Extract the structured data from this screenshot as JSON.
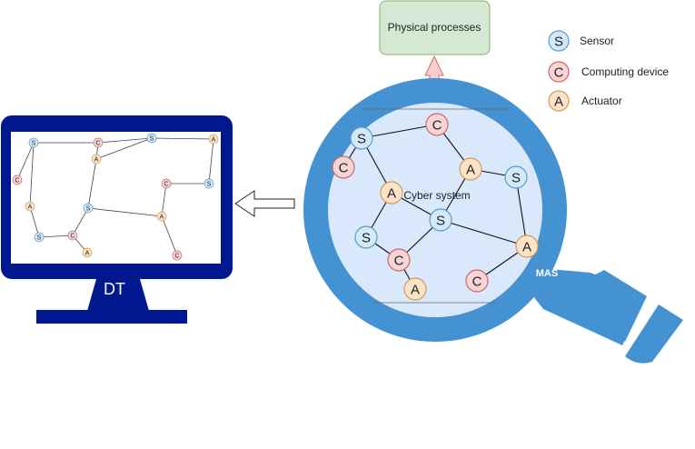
{
  "colors": {
    "sensor_fill": "#d4e9f7",
    "sensor_stroke": "#5b9bc9",
    "computing_fill": "#f9d4d4",
    "computing_stroke": "#c96a6a",
    "actuator_fill": "#fbe3c7",
    "actuator_stroke": "#d49a5a",
    "monitor": "#00188f",
    "magnifier": "#4592d3",
    "lens": "#dae8fc",
    "process_fill": "#d5e8d4",
    "process_stroke": "#82b366"
  },
  "physical_process": {
    "label": "Physical processes"
  },
  "legend": [
    {
      "symbol": "S",
      "kind": "sensor",
      "label": "Sensor"
    },
    {
      "symbol": "C",
      "kind": "computing",
      "label": "Computing device"
    },
    {
      "symbol": "A",
      "kind": "actuator",
      "label": "Actuator"
    }
  ],
  "cyber_system": {
    "label": "Cyber system"
  },
  "mas": {
    "label": "MAS"
  },
  "monitor": {
    "label": "DT"
  },
  "symbols": {
    "sensor": "S",
    "computing": "C",
    "actuator": "A"
  }
}
